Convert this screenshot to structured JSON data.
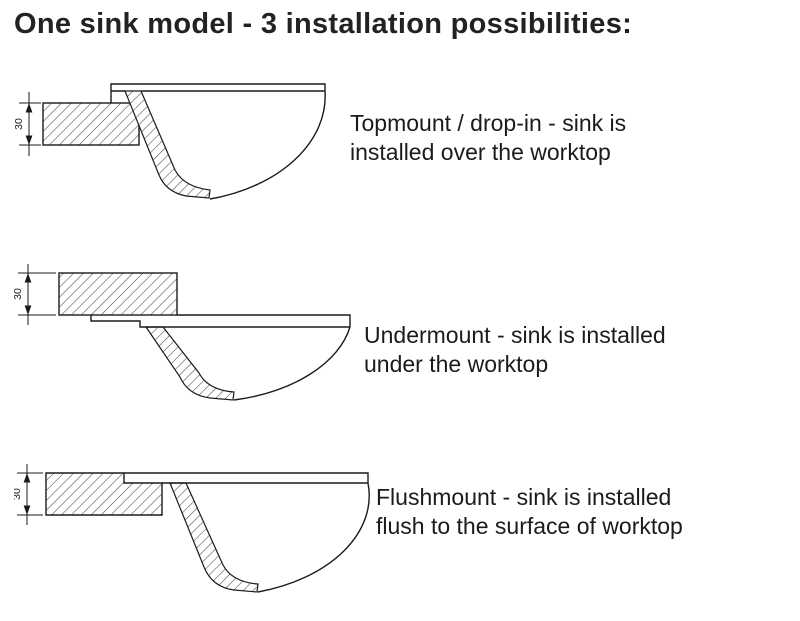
{
  "title": "One sink model - 3 installation possibilities:",
  "dimension_mm": "30",
  "diagrams": [
    {
      "name": "topmount",
      "label": "Topmount / drop-in - sink is installed over the worktop"
    },
    {
      "name": "undermount",
      "label": "Undermount - sink is installed under the worktop"
    },
    {
      "name": "flushmount",
      "label": "Flushmount - sink is installed flush to the surface of worktop"
    }
  ],
  "colors": {
    "ink": "#1b1b1b",
    "hatch": "#4a4a4a",
    "background": "#ffffff"
  }
}
